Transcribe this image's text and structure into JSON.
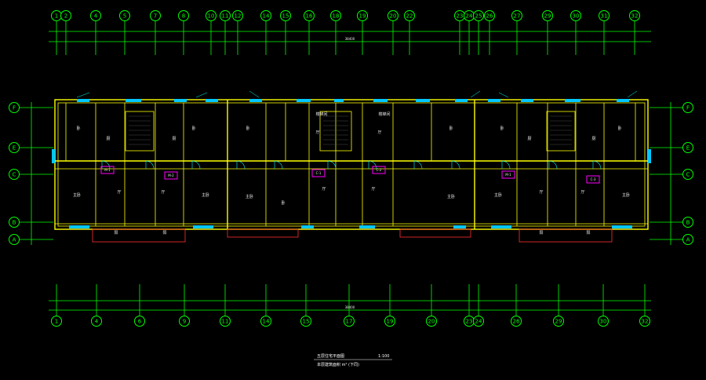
{
  "drawing": {
    "title": "五层住宅平面图",
    "scale": "1:100",
    "note": "本层建筑面积 m²  (下同)",
    "background": "#000000",
    "colors": {
      "axis": "#00ff00",
      "wall": "#ffff00",
      "window": "#00c8ff",
      "tag": "#ff00ff",
      "balcony": "#ff3030",
      "text": "#e8e8e8"
    }
  },
  "axes": {
    "top_labels": [
      "1",
      "2",
      "4",
      "5",
      "7",
      "8",
      "10",
      "11",
      "12",
      "14",
      "15",
      "16",
      "18",
      "19",
      "20",
      "22",
      "23",
      "24",
      "25",
      "26",
      "27",
      "29",
      "30",
      "31",
      "32"
    ],
    "bottom_labels": [
      "1",
      "4",
      "6",
      "9",
      "11",
      "14",
      "15",
      "17",
      "19",
      "20",
      "23",
      "24",
      "26",
      "29",
      "30",
      "32"
    ],
    "left_labels": [
      "F",
      "E",
      "C",
      "B",
      "A"
    ],
    "right_labels": [
      "F",
      "E",
      "C",
      "B",
      "A"
    ],
    "overall_dim_top": "38400",
    "overall_dim_bottom": "38400"
  },
  "rooms": {
    "bedroom": "卧",
    "living": "厅",
    "main_bedroom": "主卧",
    "kitchen": "厨",
    "bath": "卫",
    "balcony": "阳",
    "stair": "楼梯间"
  },
  "tags": [
    "M-1",
    "M-2",
    "C-1",
    "C-2",
    "M-1",
    "C-3"
  ]
}
